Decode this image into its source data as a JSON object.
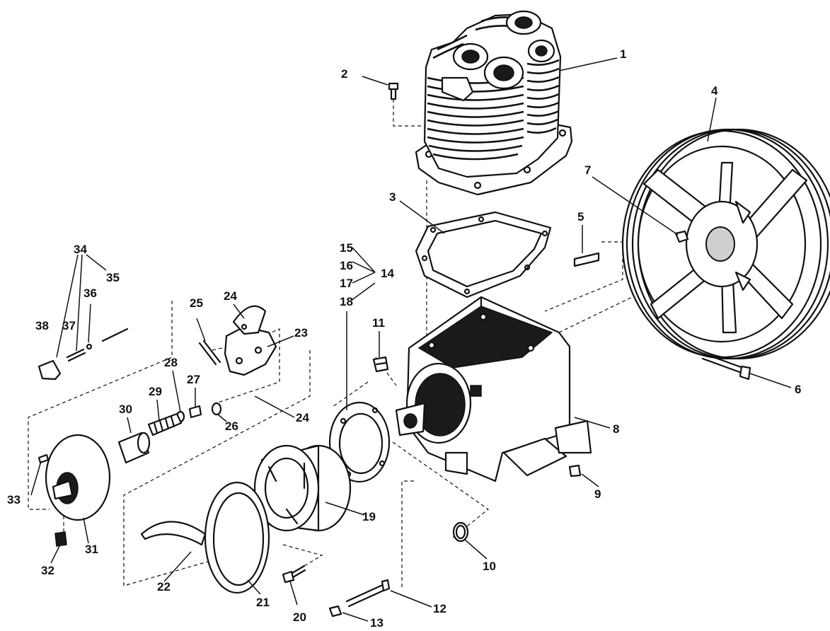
{
  "callouts": [
    {
      "id": "1",
      "text": "1"
    },
    {
      "id": "2",
      "text": "2"
    },
    {
      "id": "3",
      "text": "3"
    },
    {
      "id": "4",
      "text": "4"
    },
    {
      "id": "5",
      "text": "5"
    },
    {
      "id": "6",
      "text": "6"
    },
    {
      "id": "7",
      "text": "7"
    },
    {
      "id": "8",
      "text": "8"
    },
    {
      "id": "9",
      "text": "9"
    },
    {
      "id": "10",
      "text": "10"
    },
    {
      "id": "11",
      "text": "11"
    },
    {
      "id": "12",
      "text": "12"
    },
    {
      "id": "13",
      "text": "13"
    },
    {
      "id": "14",
      "text": "14"
    },
    {
      "id": "15",
      "text": "15"
    },
    {
      "id": "16",
      "text": "16"
    },
    {
      "id": "17",
      "text": "17"
    },
    {
      "id": "18",
      "text": "18"
    },
    {
      "id": "19",
      "text": "19"
    },
    {
      "id": "20",
      "text": "20"
    },
    {
      "id": "21",
      "text": "21"
    },
    {
      "id": "22",
      "text": "22"
    },
    {
      "id": "23",
      "text": "23"
    },
    {
      "id": "24a",
      "text": "24"
    },
    {
      "id": "24b",
      "text": "24"
    },
    {
      "id": "25",
      "text": "25"
    },
    {
      "id": "26",
      "text": "26"
    },
    {
      "id": "27",
      "text": "27"
    },
    {
      "id": "28",
      "text": "28"
    },
    {
      "id": "29",
      "text": "29"
    },
    {
      "id": "30",
      "text": "30"
    },
    {
      "id": "31",
      "text": "31"
    },
    {
      "id": "32",
      "text": "32"
    },
    {
      "id": "33",
      "text": "33"
    },
    {
      "id": "34",
      "text": "34"
    },
    {
      "id": "35",
      "text": "35"
    },
    {
      "id": "36",
      "text": "36"
    },
    {
      "id": "37",
      "text": "37"
    },
    {
      "id": "38",
      "text": "38"
    }
  ]
}
